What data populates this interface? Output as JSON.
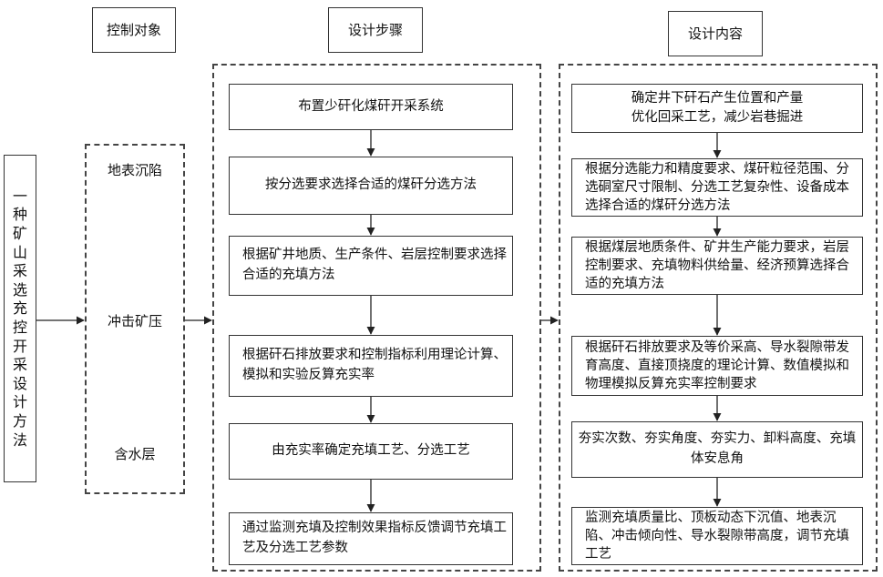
{
  "headers": {
    "control_objects": "控制对象",
    "design_steps": "设计步骤",
    "design_content": "设计内容"
  },
  "main_title": "一种矿山采选充控开采设计方法",
  "control_objects": [
    "地表沉陷",
    "冲击矿压",
    "含水层"
  ],
  "design_steps": [
    "布置少矸化煤矸开采系统",
    "按分选要求选择合适的煤矸分选方法",
    "根据矿井地质、生产条件、岩层控制要求选择合适的充填方法",
    "根据矸石排放要求和控制指标利用理论计算、模拟和实验反算充实率",
    "由充实率确定充填工艺、分选工艺",
    "通过监测充填及控制效果指标反馈调节充填工艺及分选工艺参数"
  ],
  "design_content": [
    "确定井下矸石产生位置和产量\n优化回采工艺，减少岩巷掘进",
    "根据分选能力和精度要求、煤矸粒径范围、分选硐室尺寸限制、分选工艺复杂性、设备成本选择合适的煤矸分选方法",
    "根据煤层地质条件、矿井生产能力要求，岩层控制要求、充填物料供给量、经济预算选择合适的充填方法",
    "根据矸石排放要求及等价采高、导水裂隙带发育高度、直接顶挠度的理论计算、数值模拟和物理模拟反算充实率控制要求",
    "夯实次数、夯实角度、夯实力、卸料高度、充填体安息角",
    "监测充填质量比、顶板动态下沉值、地表沉陷、冲击倾向性、导水裂隙带高度，调节充填工艺"
  ]
}
